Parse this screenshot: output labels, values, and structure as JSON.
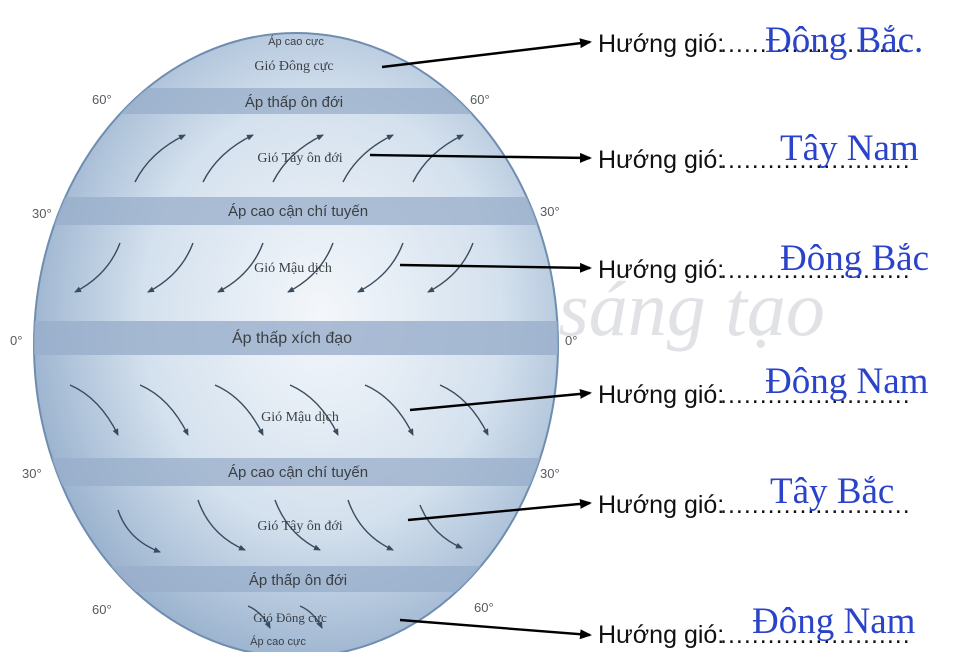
{
  "globe": {
    "polar_high_top": "Áp cao cực",
    "polar_east_top": "Gió Đông cực",
    "subpolar_low_top": "Áp thấp ôn đới",
    "westerlies_top": "Gió Tây ôn đới",
    "subtropical_high_top": "Áp cao cận chí tuyến",
    "trade_top": "Gió Mậu dịch",
    "equatorial_low": "Áp thấp xích đạo",
    "trade_bottom": "Gió Mậu dịch",
    "subtropical_high_bottom": "Áp cao cận chí tuyến",
    "westerlies_bottom": "Gió Tây ôn đới",
    "subpolar_low_bottom": "Áp thấp ôn đới",
    "polar_east_bottom": "Gió Đông cực",
    "polar_high_bottom": "Áp cao cực"
  },
  "latitudes": {
    "l60": "60°",
    "l30": "30°",
    "l0": "0°"
  },
  "watermark": "Chân trời sáng tạo",
  "answers": [
    {
      "prefix": "Hướng gió:",
      "dots": "........................",
      "answer": "Đông Bắc."
    },
    {
      "prefix": "Hướng gió:",
      "dots": "........................",
      "answer": "Tây Nam"
    },
    {
      "prefix": "Hướng gió:",
      "dots": "........................",
      "answer": "Đông Bắc"
    },
    {
      "prefix": "Hướng gió:",
      "dots": "........................",
      "answer": "Đông Nam"
    },
    {
      "prefix": "Hướng gió:",
      "dots": "........................",
      "answer": "Tây Bắc"
    },
    {
      "prefix": "Hướng gió:",
      "dots": "........................",
      "answer": "Đông Nam"
    }
  ],
  "colors": {
    "globe_light": "#eef3f9",
    "globe_mid": "#b8cde2",
    "globe_edge": "#6f8db0",
    "band": "#98aeca",
    "answer_text": "#2b43c9"
  }
}
